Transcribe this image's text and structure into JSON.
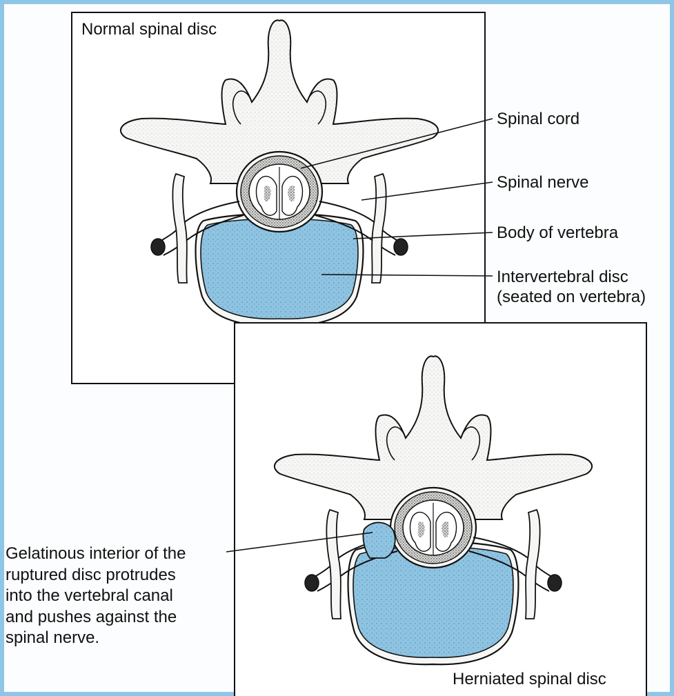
{
  "colors": {
    "frame_border": "#8fc6e6",
    "disc_fill": "#8ec3e2",
    "bone_fill": "#f6f6f4",
    "ink": "#111111"
  },
  "panels": {
    "normal": {
      "title": "Normal spinal disc"
    },
    "herniated": {
      "title": "Herniated spinal disc"
    }
  },
  "labels": {
    "spinal_cord": "Spinal cord",
    "spinal_nerve": "Spinal nerve",
    "body_of_vertebra": "Body of vertebra",
    "intervertebral_disc_line1": "Intervertebral disc",
    "intervertebral_disc_line2": "(seated on vertebra)",
    "gelatinous_line1": "Gelatinous interior of the",
    "gelatinous_line2": "ruptured disc protrudes",
    "gelatinous_line3": "into the vertebral canal",
    "gelatinous_line4": "and pushes against the",
    "gelatinous_line5": "spinal nerve."
  }
}
